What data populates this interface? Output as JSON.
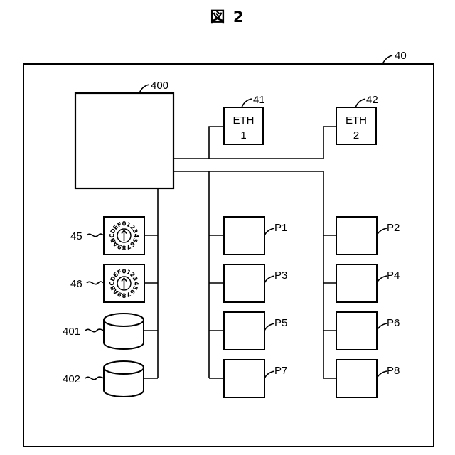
{
  "figure_title": "図 2",
  "device": {
    "ref": "40"
  },
  "controller": {
    "ref": "400"
  },
  "ethernet_ports": [
    {
      "ref": "41",
      "line1": "ETH",
      "line2": "1"
    },
    {
      "ref": "42",
      "line1": "ETH",
      "line2": "2"
    }
  ],
  "rotary_switches": [
    {
      "ref": "45",
      "digits": "0123456789ABCDEF"
    },
    {
      "ref": "46",
      "digits": "0123456789ABCDEF"
    }
  ],
  "storage": [
    {
      "ref": "401"
    },
    {
      "ref": "402"
    }
  ],
  "ports_left": [
    "P1",
    "P3",
    "P5",
    "P7"
  ],
  "ports_right": [
    "P2",
    "P4",
    "P6",
    "P8"
  ]
}
